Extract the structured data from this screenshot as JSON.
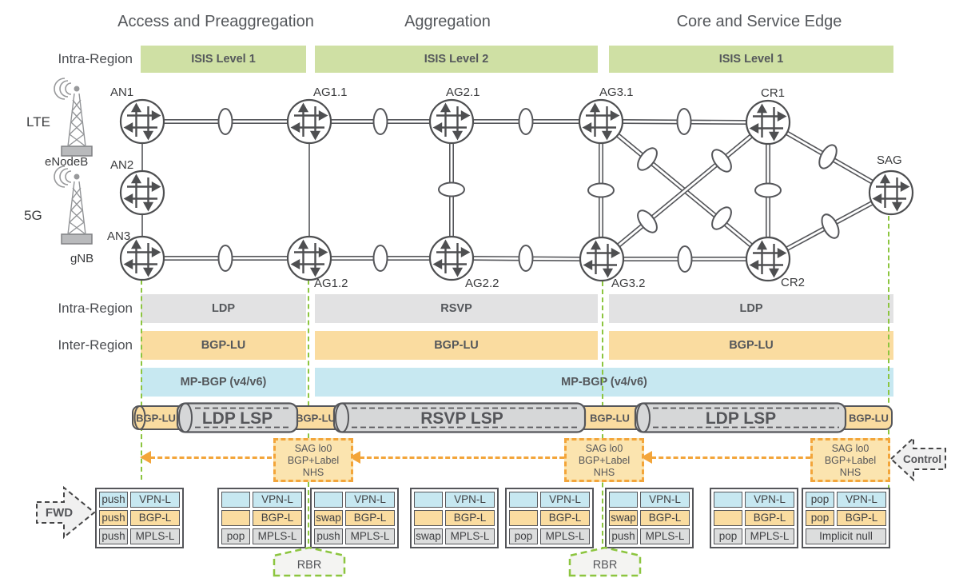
{
  "header": {
    "regions": [
      "Access and Preaggregation",
      "Aggregation",
      "Core and Service Edge"
    ]
  },
  "rows": {
    "isis": {
      "label": "Intra-Region",
      "bars": [
        "ISIS Level 1",
        "ISIS Level 2",
        "ISIS Level 1"
      ]
    },
    "intra": {
      "label": "Intra-Region",
      "bars": [
        "LDP",
        "RSVP",
        "LDP"
      ]
    },
    "inter": {
      "label": "Inter-Region",
      "bars": [
        "BGP-LU",
        "BGP-LU",
        "BGP-LU"
      ]
    },
    "mpbgp": {
      "bars": [
        "MP-BGP (v4/v6)",
        "MP-BGP (v4/v6)"
      ]
    }
  },
  "access": {
    "lte": "LTE",
    "enodeb": "eNodeB",
    "fiveg": "5G",
    "gnb": "gNB"
  },
  "routers": {
    "an1": "AN1",
    "an2": "AN2",
    "an3": "AN3",
    "ag11": "AG1.1",
    "ag12": "AG1.2",
    "ag21": "AG2.1",
    "ag22": "AG2.2",
    "ag31": "AG3.1",
    "ag32": "AG3.2",
    "cr1": "CR1",
    "cr2": "CR2",
    "sag": "SAG"
  },
  "tubes": [
    "BGP-LU",
    "LDP LSP",
    "BGP-LU",
    "RSVP LSP",
    "BGP-LU",
    "LDP LSP",
    "BGP-LU"
  ],
  "nhs": {
    "line1": "SAG lo0",
    "line2": "BGP+Label",
    "line3": "NHS"
  },
  "flow": {
    "fwd": "FWD",
    "control": "Control"
  },
  "rbr": {
    "label": "RBR"
  },
  "stacks": [
    {
      "rows": [
        [
          "push",
          "VPN-L"
        ],
        [
          "push",
          "BGP-L"
        ],
        [
          "push",
          "MPLS-L"
        ]
      ]
    },
    {
      "rows": [
        [
          "",
          "VPN-L"
        ],
        [
          "",
          "BGP-L"
        ],
        [
          "pop",
          "MPLS-L"
        ]
      ]
    },
    {
      "rows": [
        [
          "",
          "VPN-L"
        ],
        [
          "swap",
          "BGP-L"
        ],
        [
          "push",
          "MPLS-L"
        ]
      ]
    },
    {
      "rows": [
        [
          "",
          "VPN-L"
        ],
        [
          "",
          "BGP-L"
        ],
        [
          "swap",
          "MPLS-L"
        ]
      ]
    },
    {
      "rows": [
        [
          "",
          "VPN-L"
        ],
        [
          "",
          "BGP-L"
        ],
        [
          "pop",
          "MPLS-L"
        ]
      ]
    },
    {
      "rows": [
        [
          "",
          "VPN-L"
        ],
        [
          "swap",
          "BGP-L"
        ],
        [
          "push",
          "MPLS-L"
        ]
      ]
    },
    {
      "rows": [
        [
          "",
          "VPN-L"
        ],
        [
          "",
          "BGP-L"
        ],
        [
          "pop",
          "MPLS-L"
        ]
      ]
    },
    {
      "rows": [
        [
          "pop",
          "VPN-L"
        ],
        [
          "pop",
          "BGP-L"
        ]
      ],
      "footer": "Implicit null"
    }
  ],
  "colors": {
    "region_green": "#cfe0a4",
    "proto_gray": "#e2e2e3",
    "bgp_orange": "#fadca0",
    "mpbgp_blue": "#c7e8f1",
    "dash_green": "#8cc53f",
    "dash_orange": "#f3a53a",
    "ink": "#55565a"
  }
}
